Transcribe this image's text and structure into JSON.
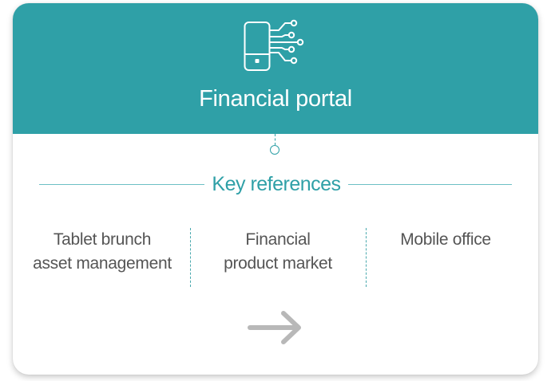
{
  "header": {
    "title": "Financial portal",
    "icon": "mobile-network-icon"
  },
  "references": {
    "title": "Key references",
    "items": [
      {
        "line1": "Tablet brunch",
        "line2": "asset management"
      },
      {
        "line1": "Financial",
        "line2": "product market"
      },
      {
        "line1": "Mobile office",
        "line2": ""
      }
    ]
  },
  "footer": {
    "icon": "arrow-right-icon"
  },
  "colors": {
    "accent": "#2fa0a7",
    "text": "#555555",
    "arrow": "#b8b8b8",
    "background": "#ffffff"
  }
}
